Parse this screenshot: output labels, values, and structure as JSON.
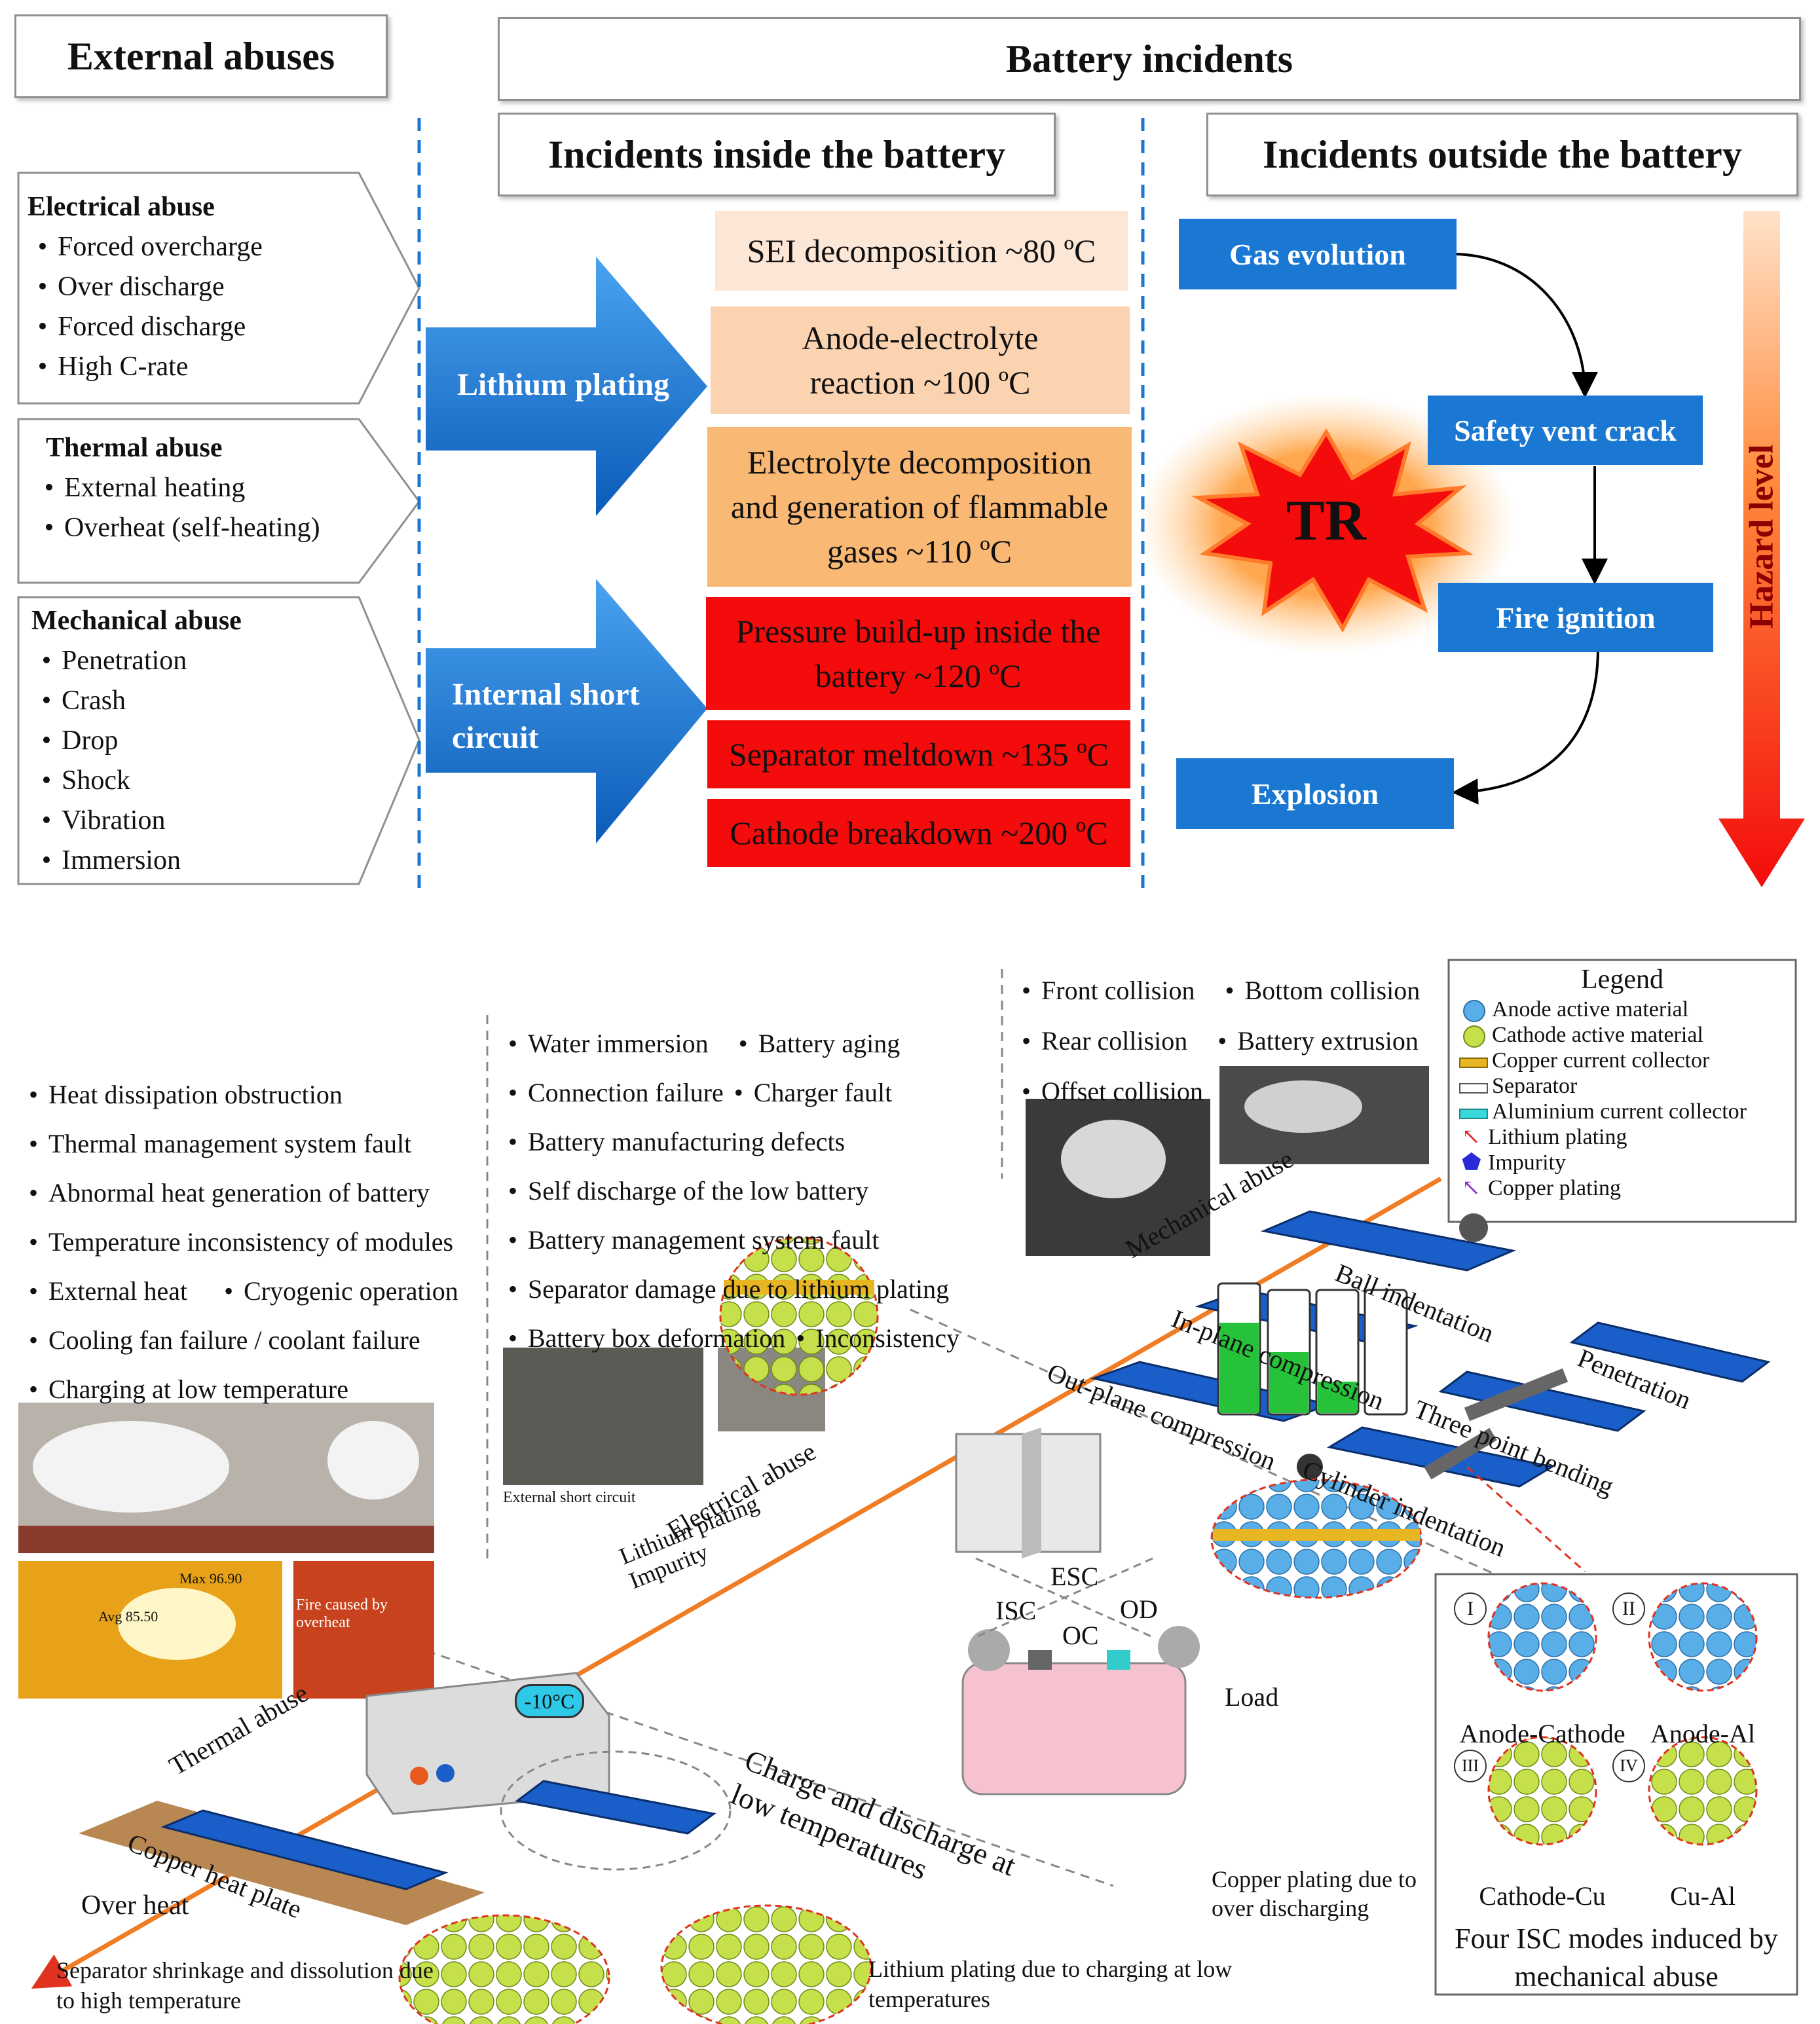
{
  "top": {
    "external_abuses_title": "External abuses",
    "battery_incidents_title": "Battery incidents",
    "inside_title": "Incidents inside the battery",
    "outside_title": "Incidents outside the battery",
    "abuse_groups": [
      {
        "title": "Electrical abuse",
        "items": [
          "Forced overcharge",
          "Over discharge",
          "Forced discharge",
          "High C-rate"
        ]
      },
      {
        "title": "Thermal abuse",
        "items": [
          "External heating",
          "Overheat (self-heating)"
        ]
      },
      {
        "title": "Mechanical abuse",
        "items": [
          "Penetration",
          "Crash",
          "Drop",
          "Shock",
          "Vibration",
          "Immersion"
        ]
      }
    ],
    "arrow_labels": [
      "Lithium plating",
      "Internal short circuit"
    ],
    "inside_steps": [
      {
        "text": "SEI decomposition ~80 ºC",
        "color": "#fce6d6"
      },
      {
        "text": "Anode-electrolyte reaction ~100 ºC",
        "color": "#fbd3b1"
      },
      {
        "text": "Electrolyte decomposition and generation of flammable gases ~110 ºC",
        "color": "#f9b873"
      },
      {
        "text": "Pressure build-up inside the battery ~120 ºC",
        "color": "#f40b0b"
      },
      {
        "text": "Separator meltdown ~135 ºC",
        "color": "#f40b0b"
      },
      {
        "text": "Cathode breakdown ~200 ºC",
        "color": "#f40b0b"
      }
    ],
    "tr_label": "TR",
    "outside_steps": [
      "Gas evolution",
      "Safety vent crack",
      "Fire ignition",
      "Explosion"
    ],
    "hazard_label": "Hazard level"
  },
  "bottom": {
    "thermal_list": [
      "Heat dissipation obstruction",
      "Thermal management system fault",
      "Abnormal heat generation of battery",
      "Temperature inconsistency of modules"
    ],
    "thermal_pair": [
      "External heat",
      "Cryogenic operation"
    ],
    "thermal_list2": [
      "Cooling fan failure / coolant failure",
      "Charging at low temperature"
    ],
    "thermal_photo": {
      "max_label": "Max 96.90",
      "avg_label": "Avg 85.50",
      "fire_caption": "Fire caused by overheat"
    },
    "electrical_pairs": [
      [
        "Water immersion",
        "Battery aging"
      ],
      [
        "Connection failure",
        "Charger fault"
      ]
    ],
    "electrical_list": [
      "Battery manufacturing defects",
      "Self discharge of the low battery",
      "Battery management system fault",
      "Separator damage due to lithium plating"
    ],
    "electrical_pair_last": [
      "Battery box deformation",
      "Inconsistency"
    ],
    "esc_caption": "External short circuit",
    "mechanical_rows": [
      [
        "Front collision",
        "Bottom collision"
      ],
      [
        "Rear collision",
        "Battery extrusion"
      ],
      [
        "Offset collision"
      ]
    ],
    "legend": {
      "title": "Legend",
      "items": [
        {
          "label": "Anode active material",
          "icon": "blue-circle"
        },
        {
          "label": "Cathode active material",
          "icon": "green-circle"
        },
        {
          "label": "Copper current collector",
          "icon": "gold-bar"
        },
        {
          "label": "Separator",
          "icon": "white-bar"
        },
        {
          "label": "Aluminium current collector",
          "icon": "cyan-bar"
        },
        {
          "label": "Lithium plating",
          "icon": "red-arrow"
        },
        {
          "label": "Impurity",
          "icon": "blue-pentagon"
        },
        {
          "label": "Copper plating",
          "icon": "purple-arrow"
        }
      ]
    },
    "axis_labels": {
      "mechanical": "Mechanical abuse",
      "electrical": "Electrical abuse",
      "thermal": "Thermal abuse"
    },
    "mech_tests": [
      "Ball indentation",
      "In-plane compression",
      "Penetration",
      "Out-plane compression",
      "Three point bending",
      "Cylinder indentation"
    ],
    "lp_legend": [
      "Lithium plating",
      "Impurity"
    ],
    "modes": [
      "ESC",
      "ISC",
      "OD",
      "OC"
    ],
    "load_label": "Load",
    "copper_caption": "Copper plating due to over discharging",
    "temp_label": "-10°C",
    "low_temp_title": "Charge and discharge at low temperatures",
    "heat_plate": "Copper heat plate",
    "over_heat": "Over heat",
    "sep_caption": "Separator shrinkage and dissolution due to high temperature",
    "lp_caption": "Lithium plating due to charging at low temperatures",
    "isc": {
      "modes": [
        {
          "num": "I",
          "label": "Anode-Cathode"
        },
        {
          "num": "II",
          "label": "Anode-Al"
        },
        {
          "num": "III",
          "label": "Cathode-Cu"
        },
        {
          "num": "IV",
          "label": "Cu-Al"
        }
      ],
      "caption": "Four ISC modes induced by mechanical abuse"
    }
  }
}
